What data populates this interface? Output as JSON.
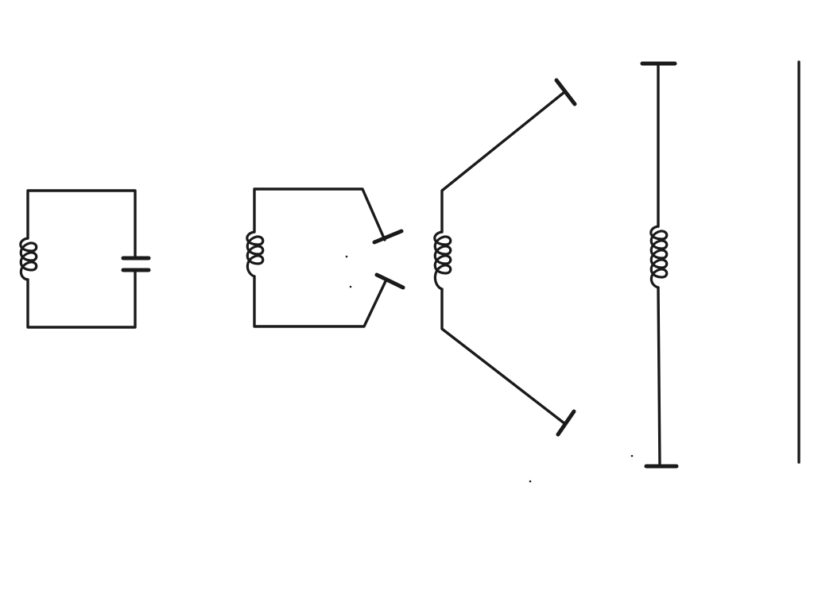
{
  "diagram": {
    "stages": [
      {
        "id": "closed-lc-circuit",
        "parts": [
          "inductor-coil",
          "capacitor"
        ]
      },
      {
        "id": "opened-capacitor-circuit",
        "parts": [
          "inductor-coil",
          "spread-plates"
        ]
      },
      {
        "id": "open-v-dipole",
        "parts": [
          "inductor-coil",
          "end-plates"
        ]
      },
      {
        "id": "straight-dipole-antenna",
        "parts": [
          "inductor-coil",
          "end-plates"
        ]
      },
      {
        "id": "straight-wire",
        "parts": [
          "wire"
        ]
      }
    ],
    "colors": {
      "line": "#1a1a1a",
      "background": "#ffffff"
    }
  }
}
